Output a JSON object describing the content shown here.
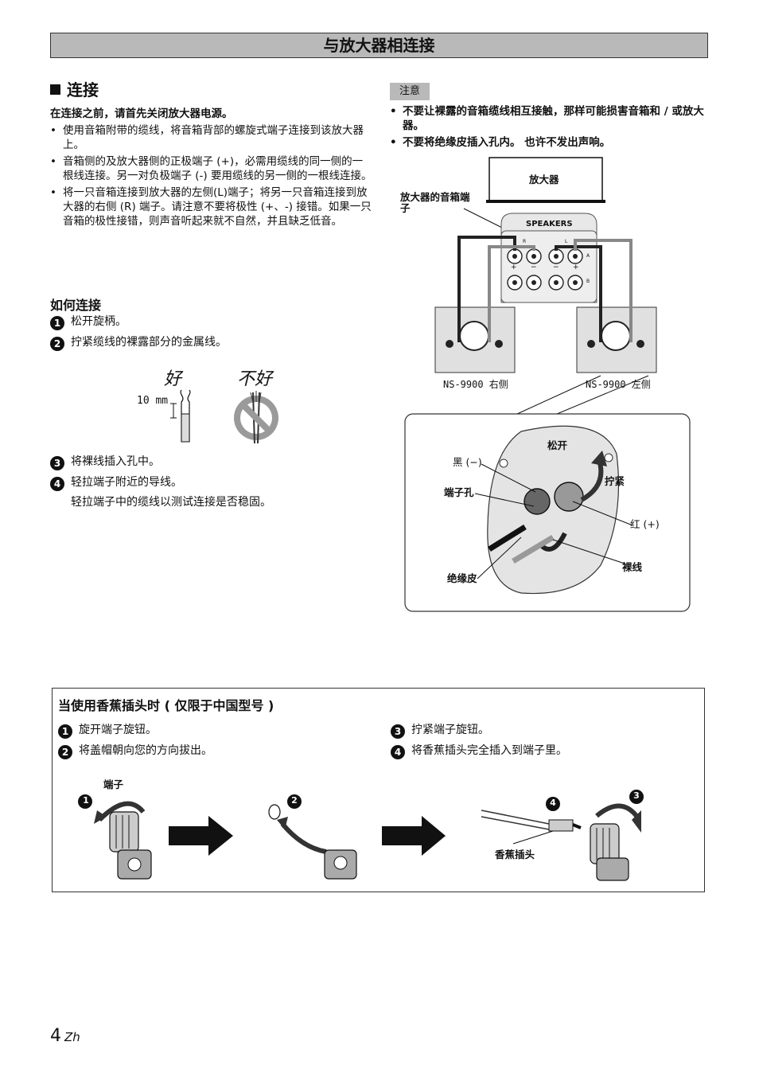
{
  "page_title": "与放大器相连接",
  "section": {
    "title": "连接",
    "intro": "在连接之前，请首先关闭放大器电源。",
    "bullets": [
      "使用音箱附带的缆线，将音箱背部的螺旋式端子连接到该放大器上。",
      "音箱侧的及放大器侧的正极端子 (+)，必需用缆线的同一侧的一根线连接。另一对负极端子 (-) 要用缆线的另一侧的一根线连接。",
      "将一只音箱连接到放大器的左侧(L)端子；将另一只音箱连接到放大器的右侧 (R) 端子。请注意不要将极性 (+、-) 接错。如果一只音箱的极性接错，则声音听起来就不自然，并且缺乏低音。"
    ]
  },
  "how_to": {
    "title": "如何连接",
    "steps": [
      {
        "num": "1",
        "text": "松开旋柄。"
      },
      {
        "num": "2",
        "text": "拧紧缆线的裸露部分的金属线。"
      },
      {
        "num": "3",
        "text": "将裸线插入孔中。"
      },
      {
        "num": "4",
        "text": "轻拉端子附近的导线。"
      }
    ],
    "step4_detail": "轻拉端子中的缆线以测试连接是否稳固。",
    "good_label": "好",
    "bad_label": "不好",
    "measure": "10 mm"
  },
  "note": {
    "label": "注意",
    "items": [
      "不要让裸露的音箱缆线相互接触，那样可能损害音箱和 / 或放大器。",
      "不要将绝缘皮插入孔内。 也许不发出声响。"
    ]
  },
  "diagram": {
    "amp": "放大器",
    "amp_terminals": "放大器的音箱端子",
    "speakers": "SPEAKERS",
    "r": "R",
    "l": "L",
    "a": "A",
    "b": "B",
    "plus": "+",
    "minus": "−",
    "right_speaker": "NS-9900 右侧",
    "left_speaker": "NS-9900 左侧",
    "loosen": "松开",
    "tighten": "拧紧",
    "black": "黑 (−)",
    "hole": "端子孔",
    "red": "红 (+)",
    "bare": "裸线",
    "insulation": "绝缘皮"
  },
  "banana": {
    "title": "当使用香蕉插头时 ( 仅限于中国型号 )",
    "steps": [
      {
        "num": "1",
        "text": "旋开端子旋钮。"
      },
      {
        "num": "2",
        "text": "将盖帽朝向您的方向拔出。"
      },
      {
        "num": "3",
        "text": "拧紧端子旋钮。"
      },
      {
        "num": "4",
        "text": "将香蕉插头完全插入到端子里。"
      }
    ],
    "terminal_label": "端子",
    "plug_label": "香蕉插头"
  },
  "footer": {
    "page": "4",
    "lang": "Zh"
  }
}
